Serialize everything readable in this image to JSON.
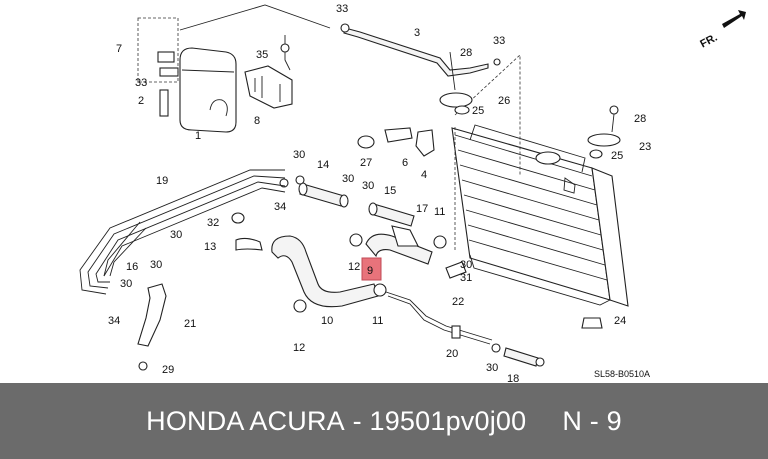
{
  "diagram": {
    "direction_marker": "FR.",
    "drawing_code": "SL58-B0510A",
    "highlight_color": "#e8737b",
    "highlighted_callout": "9",
    "callouts": [
      "33",
      "3",
      "7",
      "35",
      "28",
      "33",
      "26",
      "25",
      "2",
      "33",
      "1",
      "8",
      "28",
      "23",
      "25",
      "27",
      "6",
      "4",
      "30",
      "14",
      "30",
      "19",
      "15",
      "30",
      "11",
      "34",
      "17",
      "30",
      "32",
      "13",
      "16",
      "30",
      "30",
      "12",
      "9",
      "31",
      "30",
      "22",
      "34",
      "21",
      "10",
      "11",
      "24",
      "12",
      "20",
      "30",
      "18",
      "29"
    ]
  },
  "footer": {
    "brand": "HONDA ACURA",
    "dash": "-",
    "part_number": "19501pv0j00",
    "ref_letter": "N",
    "ref_dash": "-",
    "ref_number": "9"
  }
}
